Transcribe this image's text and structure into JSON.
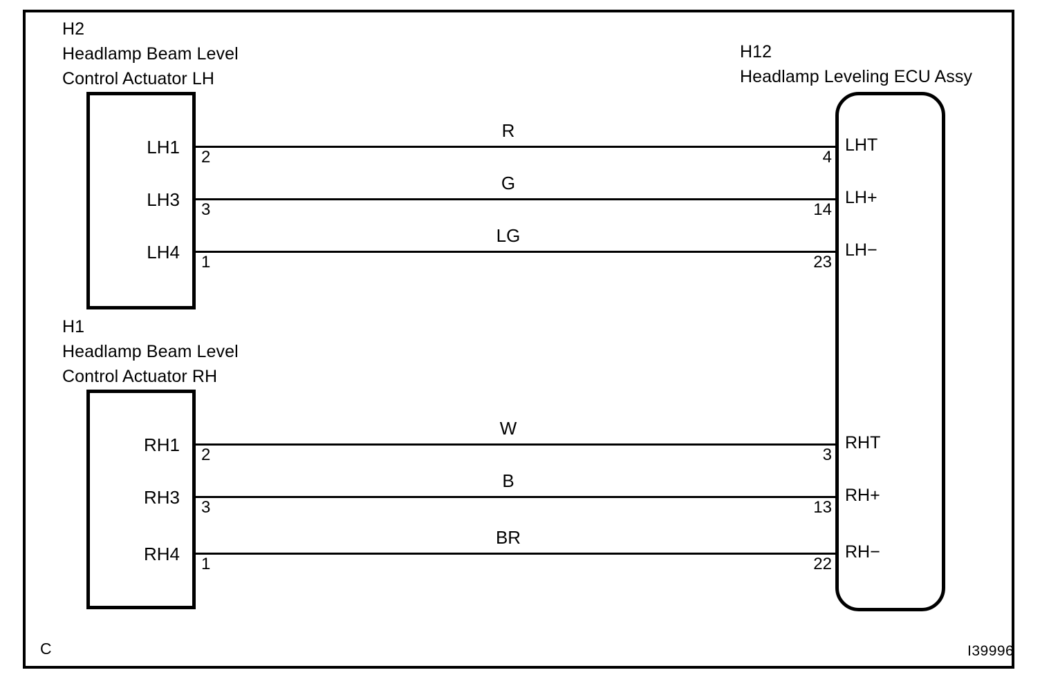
{
  "diagram": {
    "title_left_top": "H2",
    "figure_code": "I39996",
    "corner_mark": "C"
  },
  "connectors": [
    {
      "id": "h2",
      "code": "H2",
      "name_line1": "Headlamp Beam Level",
      "name_line2": "Control Actuator LH",
      "terminals": [
        {
          "name": "LH1",
          "pin": "2"
        },
        {
          "name": "LH3",
          "pin": "3"
        },
        {
          "name": "LH4",
          "pin": "1"
        }
      ]
    },
    {
      "id": "h1",
      "code": "H1",
      "name_line1": "Headlamp Beam Level",
      "name_line2": "Control Actuator RH",
      "terminals": [
        {
          "name": "RH1",
          "pin": "2"
        },
        {
          "name": "RH3",
          "pin": "3"
        },
        {
          "name": "RH4",
          "pin": "1"
        }
      ]
    }
  ],
  "ecu": {
    "id": "h12",
    "code": "H12",
    "name": "Headlamp Leveling ECU Assy",
    "terminals": [
      {
        "name": "LHT",
        "pin": "4"
      },
      {
        "name": "LH+",
        "pin": "14"
      },
      {
        "name": "LH−",
        "pin": "23"
      },
      {
        "name": "RHT",
        "pin": "3"
      },
      {
        "name": "RH+",
        "pin": "13"
      },
      {
        "name": "RH−",
        "pin": "22"
      }
    ]
  },
  "wires": [
    {
      "color_code": "R",
      "from": "LH1",
      "to": "LHT"
    },
    {
      "color_code": "G",
      "from": "LH3",
      "to": "LH+"
    },
    {
      "color_code": "LG",
      "from": "LH4",
      "to": "LH−"
    },
    {
      "color_code": "W",
      "from": "RH1",
      "to": "RHT"
    },
    {
      "color_code": "B",
      "from": "RH3",
      "to": "RH+"
    },
    {
      "color_code": "BR",
      "from": "RH4",
      "to": "RH−"
    }
  ],
  "colors": {
    "line": "#000000",
    "background": "#ffffff"
  }
}
